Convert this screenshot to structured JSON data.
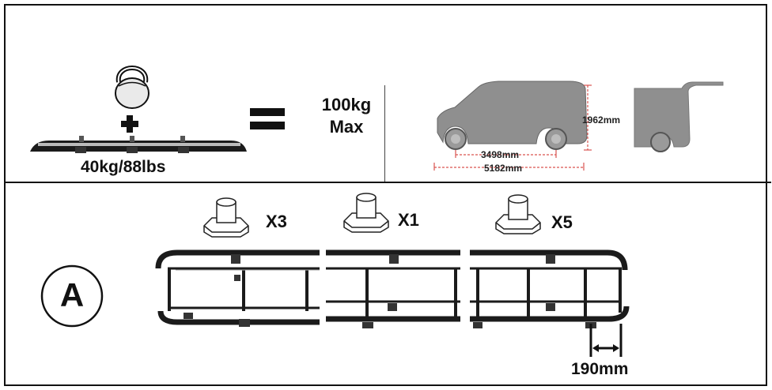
{
  "top_left": {
    "weight_label": "40kg/88lbs",
    "max_load_value": "100kg",
    "max_load_word": "Max"
  },
  "top_right": {
    "height_label": "1962mm",
    "wheelbase_label": "3498mm",
    "length_label": "5182mm"
  },
  "bottom": {
    "step_label": "A",
    "qty_1": "X3",
    "qty_2": "X1",
    "qty_3": "X5",
    "spacing_label": "190mm"
  },
  "colors": {
    "dimension_red": "#d9534f",
    "van_fill": "#8f8f8f",
    "rack_dark": "#1b1b1b"
  }
}
